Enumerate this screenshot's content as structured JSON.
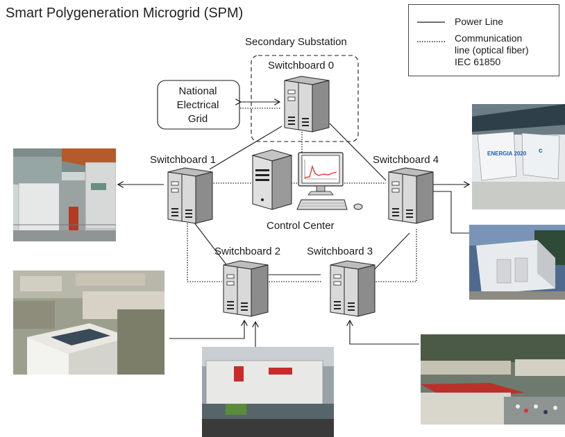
{
  "title": "Smart Polygeneration Microgrid (SPM)",
  "legend": {
    "power_line": "Power Line",
    "comm_line": [
      "Communication",
      "line (optical fiber)",
      "IEC 61850"
    ]
  },
  "secondary_substation": "Secondary Substation",
  "national_grid": [
    "National",
    "Electrical",
    "Grid"
  ],
  "switchboards": {
    "sb0": "Switchboard 0",
    "sb1": "Switchboard 1",
    "sb2": "Switchboard 2",
    "sb3": "Switchboard 3",
    "sb4": "Switchboard 4"
  },
  "control_center": "Control Center",
  "photos": {
    "sb4_sign": "ENERGIA 2020"
  },
  "colors": {
    "cabinet_front": "#d9d9d9",
    "cabinet_side": "#8c8c8c",
    "line": "#1a1a1a",
    "chart_line": "#e53935"
  }
}
